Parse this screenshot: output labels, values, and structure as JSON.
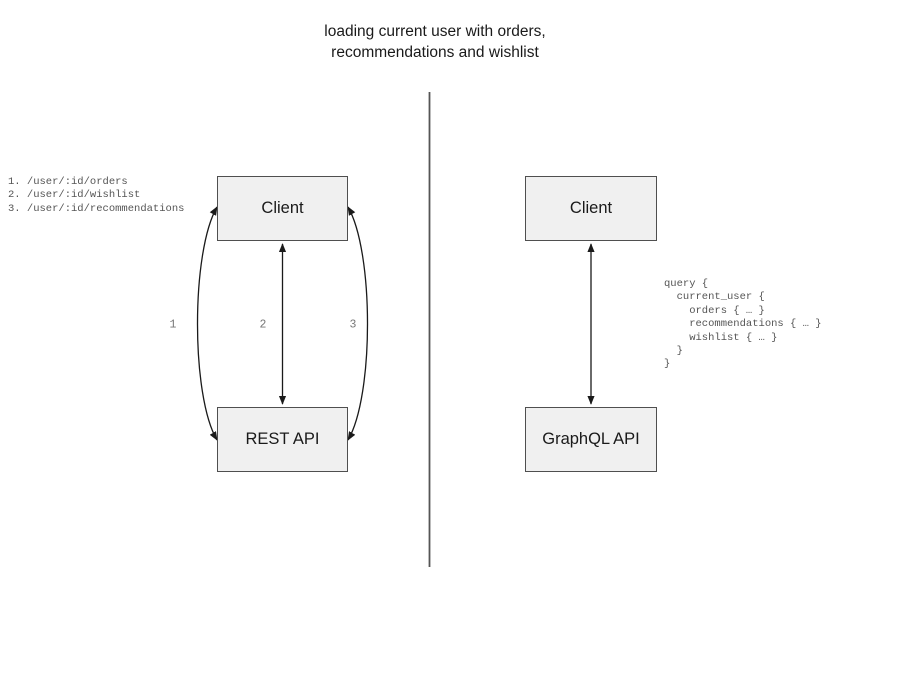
{
  "title": "loading current user with orders,\nrecommendations and wishlist",
  "colors": {
    "box_fill": "#f0f0f0",
    "box_border": "#4f4f4f",
    "arrow": "#1a1a1a",
    "divider": "#555555",
    "code_text": "#555555",
    "arrow_label_text": "#777777",
    "title_text": "#1a1a1a"
  },
  "rest_side": {
    "endpoints_text": "1. /user/:id/orders\n2. /user/:id/wishlist\n3. /user/:id/recommendations",
    "client_box_label": "Client",
    "api_box_label": "REST API",
    "arrow_labels": [
      "1",
      "2",
      "3"
    ]
  },
  "graphql_side": {
    "client_box_label": "Client",
    "api_box_label": "GraphQL API",
    "query_text": "query {\n  current_user {\n    orders { … }\n    recommendations { … }\n    wishlist { … }\n  }\n}"
  }
}
